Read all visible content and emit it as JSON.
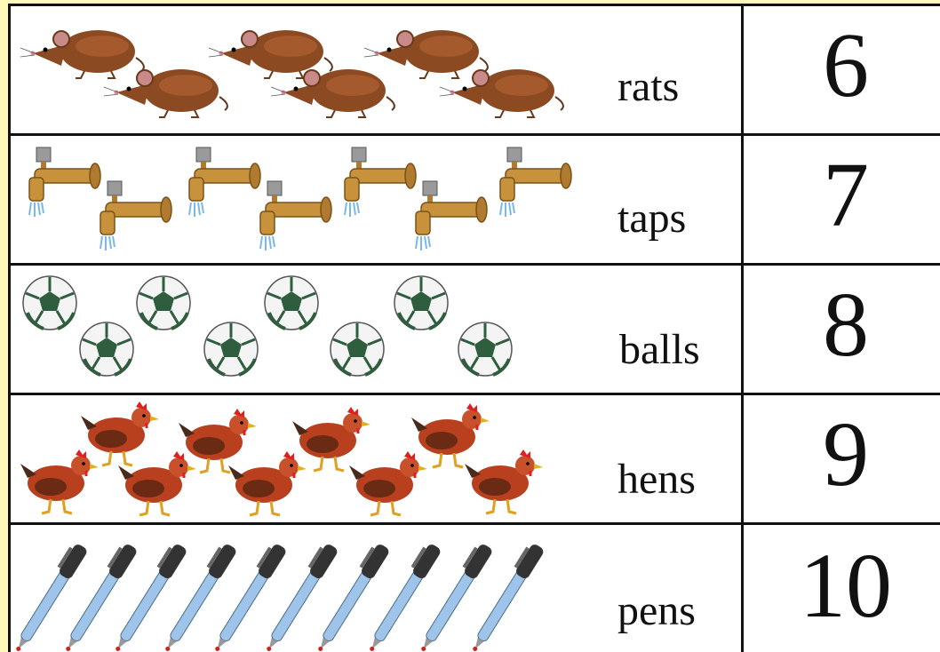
{
  "rows": [
    {
      "word": "rats",
      "number": "6",
      "pictures": "rat",
      "count": 6
    },
    {
      "word": "taps",
      "number": "7",
      "pictures": "tap",
      "count": 7
    },
    {
      "word": "balls",
      "number": "8",
      "pictures": "ball",
      "count": 8
    },
    {
      "word": "hens",
      "number": "9",
      "pictures": "hen",
      "count": 9
    },
    {
      "word": "pens",
      "number": "10",
      "pictures": "pen",
      "count": 10
    }
  ],
  "colors": {
    "border": "#111111",
    "background": "#ffffff",
    "edge_highlight": "#fff8b8"
  }
}
